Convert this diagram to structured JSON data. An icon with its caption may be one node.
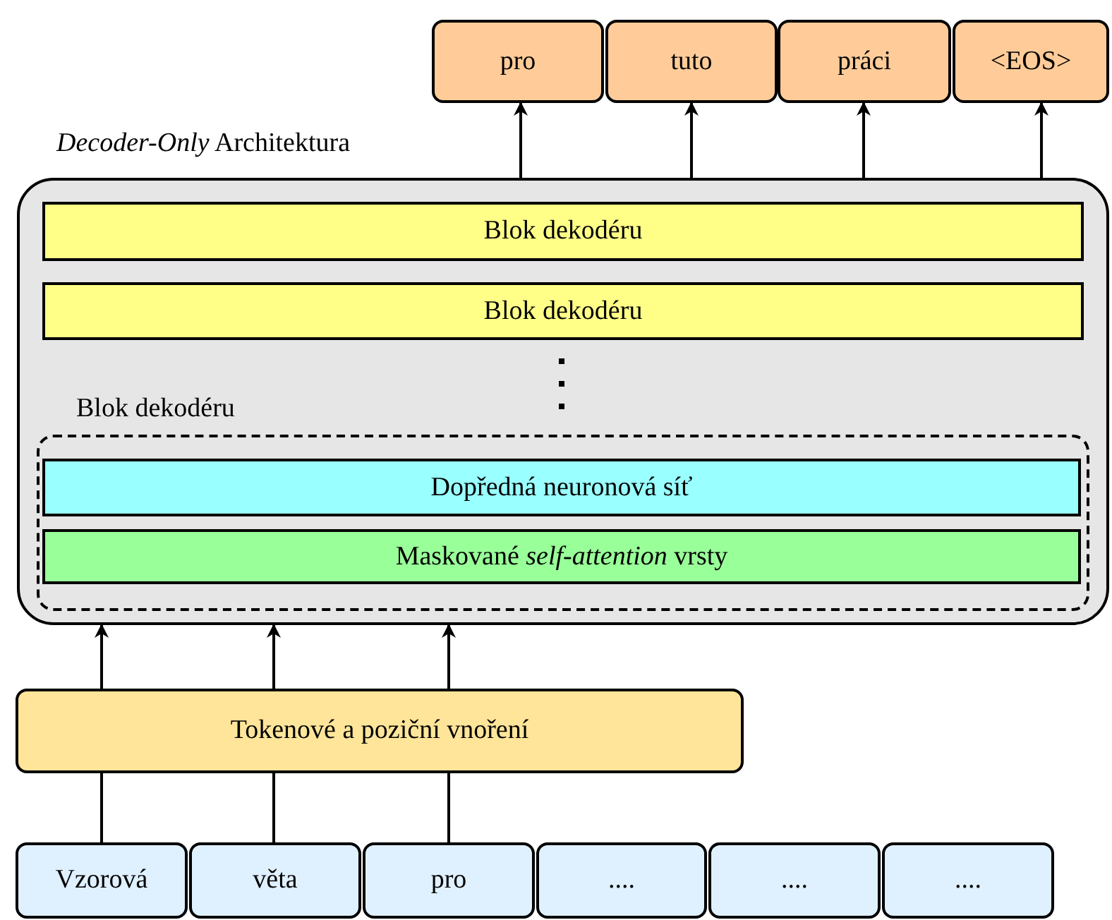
{
  "diagram": {
    "nodes": [
      {
        "text": [
          "*Decoder-Only* Architektura"
        ]
      },
      {
        "text": [
          "Blok dekodéru"
        ],
        "in": 0
      },
      {
        "text": [
          "Blok dekodéru"
        ],
        "in": 0
      },
      {
        "text": [
          "Blok dekodéru"
        ],
        "in": 0
      },
      {
        "text": [
          "Dopředná neuronová síť"
        ],
        "in": 3
      },
      {
        "text": [
          "Maskované *self-attention* vrsty"
        ],
        "in": 3
      },
      {
        "text": [
          "Tokenové a poziční vnoření"
        ]
      },
      {
        "text": [
          "Vzorová"
        ]
      },
      {
        "text": [
          "věta"
        ]
      },
      {
        "text": [
          "pro"
        ]
      },
      {
        "text": [
          "...."
        ]
      },
      {
        "text": [
          "...."
        ]
      },
      {
        "text": [
          "...."
        ]
      },
      {
        "text": [
          "pro"
        ]
      },
      {
        "text": [
          "tuto"
        ]
      },
      {
        "text": [
          "práci"
        ]
      },
      {
        "text": [
          "<EOS>"
        ]
      }
    ],
    "edges": [
      {
        "from": 0,
        "to": 13,
        "arrow": "to"
      },
      {
        "from": 0,
        "to": 14,
        "arrow": "to"
      },
      {
        "from": 0,
        "to": 15,
        "arrow": "to"
      },
      {
        "from": 0,
        "to": 16,
        "arrow": "to"
      },
      {
        "from": 6,
        "to": 0,
        "arrow": "to"
      },
      {
        "from": 6,
        "to": 0,
        "arrow": "to"
      },
      {
        "from": 6,
        "to": 0,
        "arrow": "to"
      },
      {
        "from": 7,
        "to": 6,
        "arrow": "none"
      },
      {
        "from": 8,
        "to": 6,
        "arrow": "none"
      },
      {
        "from": 9,
        "to": 6,
        "arrow": "none"
      }
    ]
  }
}
